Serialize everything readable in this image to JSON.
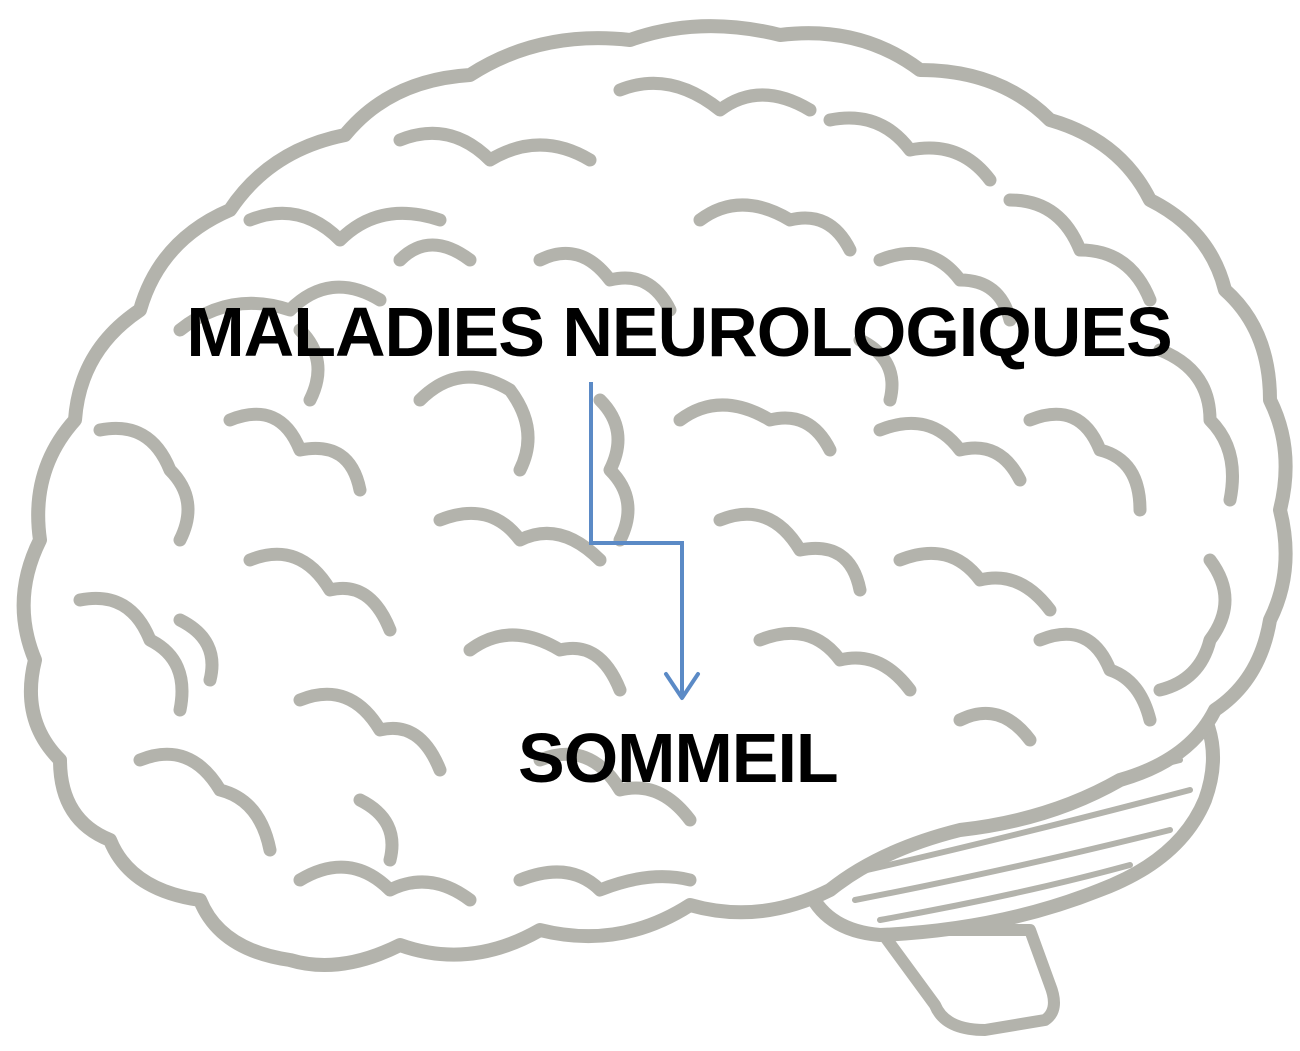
{
  "diagram": {
    "source_label": "MALADIES NEUROLOGIQUES",
    "target_label": "SOMMEIL",
    "arrow": {
      "from": "MALADIES NEUROLOGIQUES",
      "to": "SOMMEIL"
    }
  },
  "colors": {
    "background": "#ffffff",
    "brain_outline": "#b3b3ac",
    "arrow": "#5b8ac6",
    "text": "#000000"
  },
  "icons": {
    "background_illustration": "brain-illustration"
  }
}
